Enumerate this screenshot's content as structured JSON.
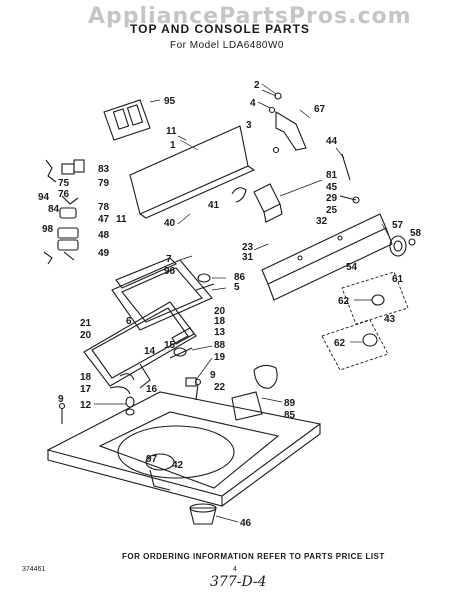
{
  "watermark": "AppliancePartsPros.com",
  "header": {
    "title": "TOP AND CONSOLE PARTS",
    "model": "For Model LDA6480W0"
  },
  "footer": {
    "ordering_note": "FOR ORDERING INFORMATION REFER TO PARTS PRICE LIST",
    "code": "374461",
    "page": "4",
    "handwritten": "377-D-4"
  },
  "callouts": {
    "c95": "95",
    "c2": "2",
    "c4": "4",
    "c67": "67",
    "c3": "3",
    "c11a": "11",
    "c1": "1",
    "c44": "44",
    "c83": "83",
    "c79": "79",
    "c75": "75",
    "c76": "76",
    "c94": "94",
    "c84": "84",
    "c78": "78",
    "c47": "47",
    "c81": "81",
    "c45": "45",
    "c29": "29",
    "c25": "25",
    "c11b": "11",
    "c40": "40",
    "c41": "41",
    "c32": "32",
    "c57": "57",
    "c58": "58",
    "c98": "98",
    "c48": "48",
    "c49": "49",
    "c23": "23",
    "c31": "31",
    "c7": "7",
    "c96": "96",
    "c86": "86",
    "c54": "54",
    "c5": "5",
    "c61": "61",
    "c62a": "62",
    "c6": "6",
    "c21": "21",
    "c20a": "20",
    "c20b": "20",
    "c18a": "18",
    "c13": "13",
    "c43": "43",
    "c88": "88",
    "c62b": "62",
    "c15": "15",
    "c14": "14",
    "c19": "19",
    "c18b": "18",
    "c17": "17",
    "c12": "12",
    "c16": "16",
    "c9a": "9",
    "c22": "22",
    "c9b": "9",
    "c89": "89",
    "c85": "85",
    "c97": "97",
    "c42": "42",
    "c46": "46"
  }
}
